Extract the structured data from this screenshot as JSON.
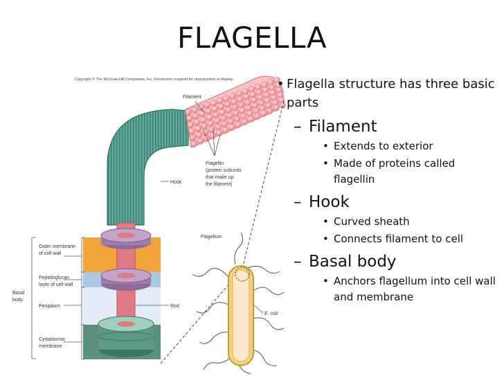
{
  "slide": {
    "title": "FLAGELLA",
    "intro": "Flagella structure has three basic parts",
    "sections": [
      {
        "heading": "Filament",
        "points": [
          "Extends to exterior",
          "Made of proteins called flagellin"
        ]
      },
      {
        "heading": "Hook",
        "points": [
          "Curved sheath",
          "Connects filament to cell"
        ]
      },
      {
        "heading": "Basal body",
        "points": [
          "Anchors flagellum into cell wall and membrane"
        ]
      }
    ]
  },
  "figure": {
    "copyright": "Copyright © The McGraw-Hill Companies, Inc. Permission required for reproduction or display.",
    "labels": {
      "filament": "Filament",
      "flagellin_1": "Flagellin",
      "flagellin_2": "(protein subunits",
      "flagellin_3": "that make up",
      "flagellin_4": "the filament)",
      "hook": "Hook",
      "flagellum": "Flagellum",
      "outer_1": "Outer membrane",
      "outer_2": "of cell wall",
      "pep_1": "Peptidoglycan",
      "pep_2": "layer of cell wall",
      "basal_1": "Basal",
      "basal_2": "body",
      "periplasm": "Periplasm",
      "rod": "Rod",
      "ecoli": "E. coli",
      "cyto_1": "Cytoplasmic",
      "cyto_2": "membrane"
    },
    "colors": {
      "hook": "#5fa99a",
      "rod": "#e07b85",
      "ring": "#a07ca8",
      "outer_membrane": "#f2a33a",
      "peptidoglycan": "#aac8e6",
      "periplasm": "#dde8f4",
      "cyto_membrane": "#5d8f7f",
      "filament": "#f4a6aa"
    }
  }
}
